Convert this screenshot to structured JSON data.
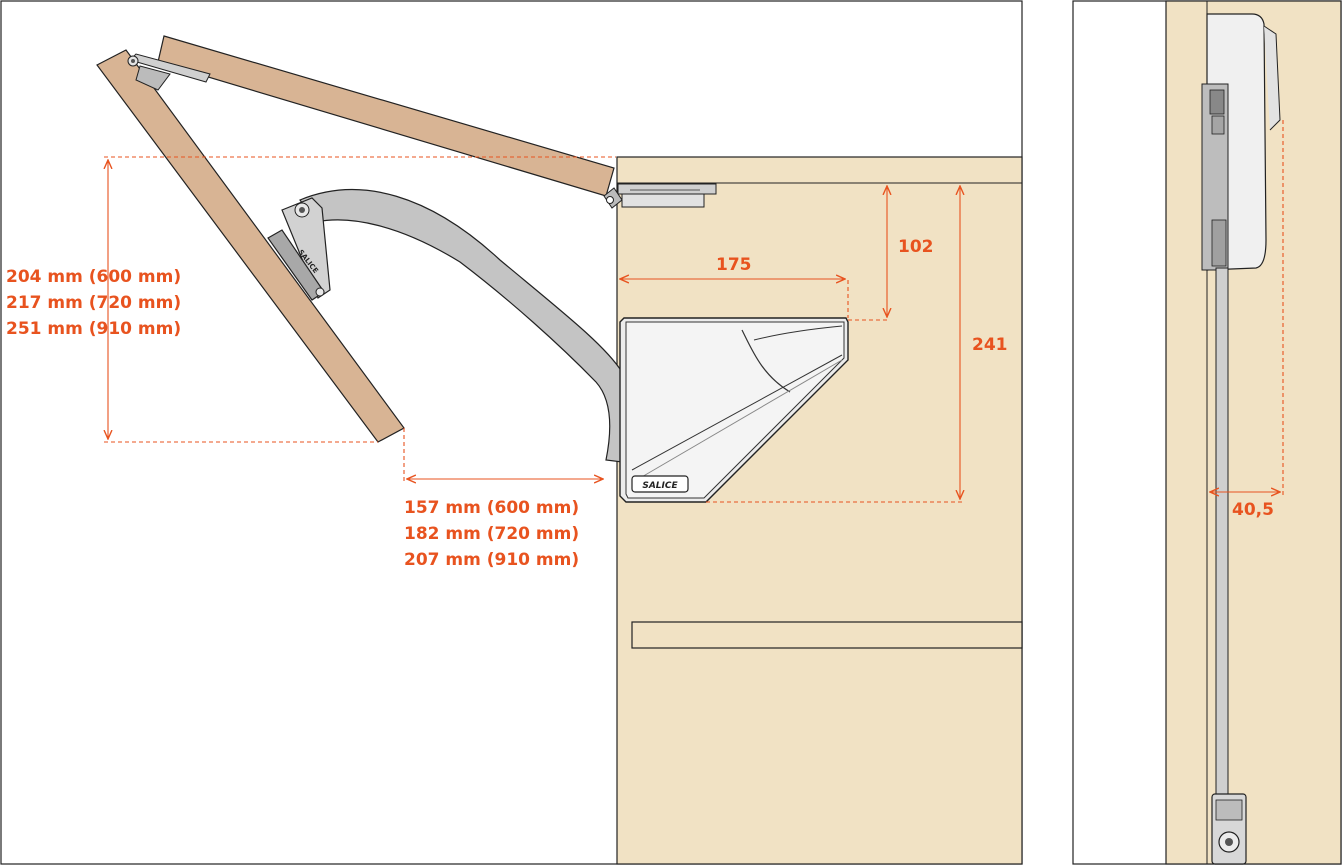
{
  "colors": {
    "dimension": "#e8531f",
    "cabinet": "#f1e2c4",
    "door_wood": "#d8b494",
    "outline": "#222222",
    "mechanism": "#c4c4c4"
  },
  "front_view": {
    "left_dims": [
      "204 mm (600 mm)",
      "217 mm (720 mm)",
      "251 mm (910 mm)"
    ],
    "bottom_dims": [
      "157 mm (600 mm)",
      "182 mm (720 mm)",
      "207 mm (910 mm)"
    ],
    "dim_175": "175",
    "dim_102": "102",
    "dim_241": "241",
    "brand_box": "SALICE",
    "brand_bracket": "SALICE"
  },
  "side_view": {
    "dim_depth": "40,5"
  }
}
